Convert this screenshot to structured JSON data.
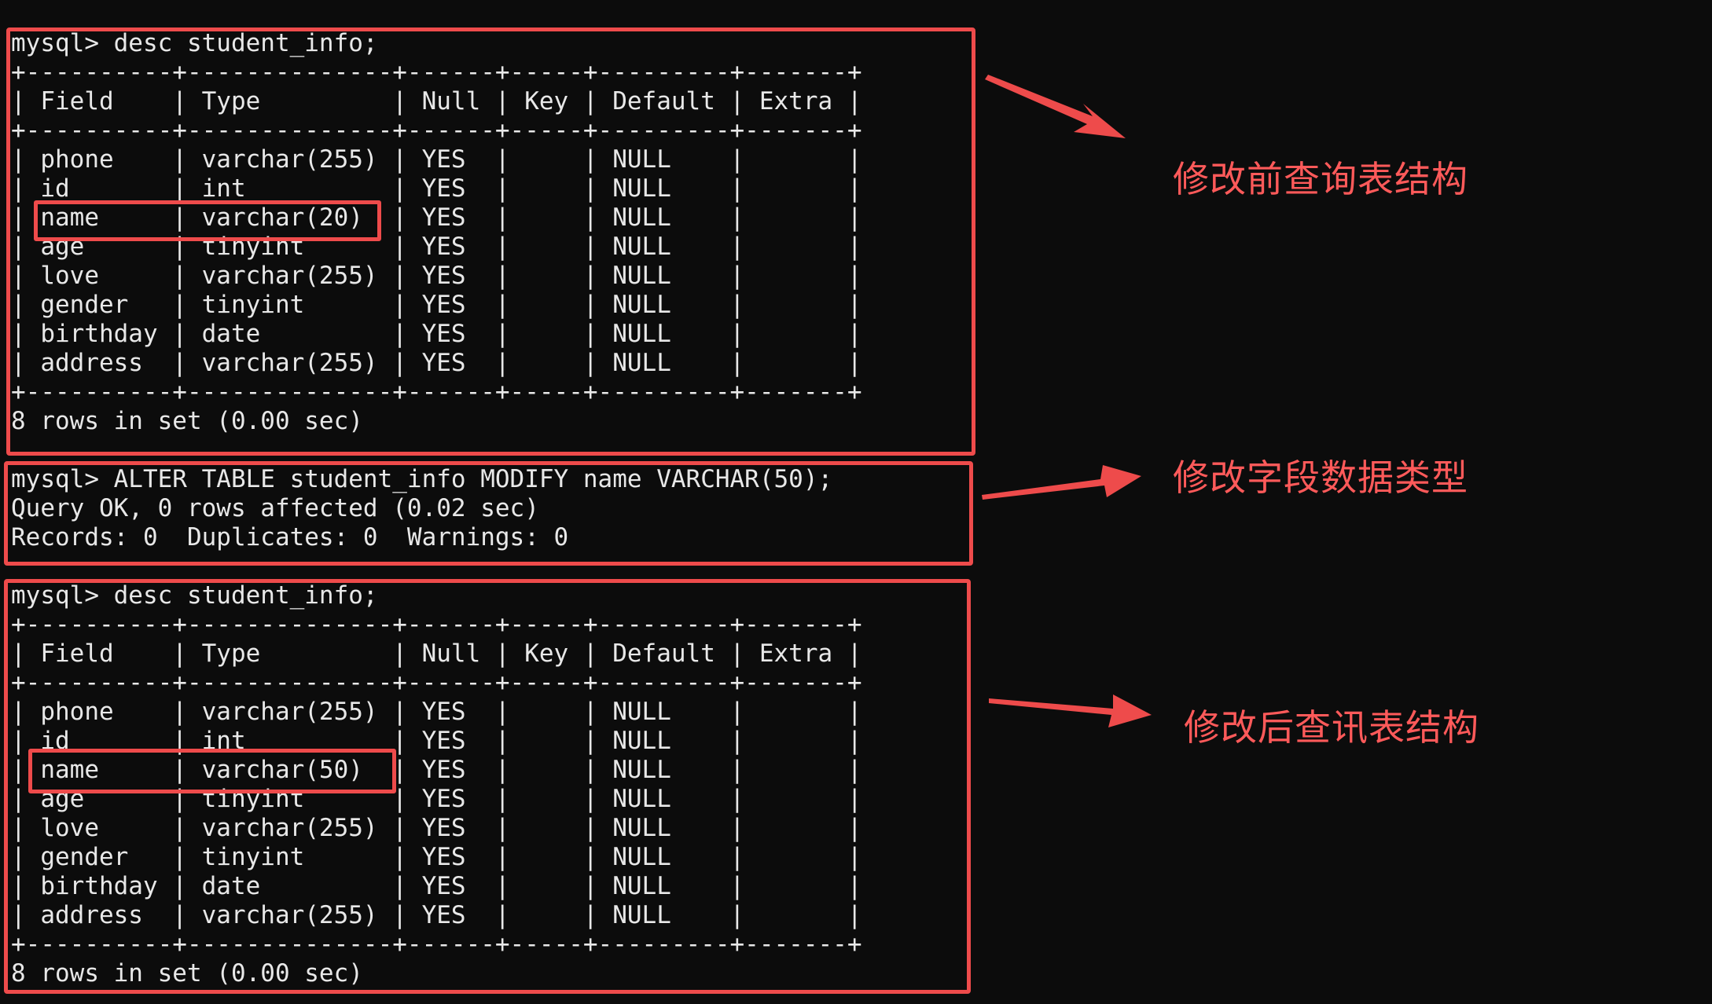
{
  "colors": {
    "background": "#0c0c0c",
    "terminal_text": "#e8e8e8",
    "annotation_red": "#ee4b4b"
  },
  "block1": {
    "prompt": "mysql> desc student_info;",
    "border": "+----------+--------------+------+-----+---------+-------+",
    "header": "| Field    | Type         | Null | Key | Default | Extra |",
    "rows": [
      "| phone    | varchar(255) | YES  |     | NULL    |       |",
      "| id       | int          | YES  |     | NULL    |       |",
      "| name     | varchar(20)  | YES  |     | NULL    |       |",
      "| age      | tinyint      | YES  |     | NULL    |       |",
      "| love     | varchar(255) | YES  |     | NULL    |       |",
      "| gender   | tinyint      | YES  |     | NULL    |       |",
      "| birthday | date         | YES  |     | NULL    |       |",
      "| address  | varchar(255) | YES  |     | NULL    |       |"
    ],
    "footer": "8 rows in set (0.00 sec)"
  },
  "block2": {
    "prompt": "mysql> ALTER TABLE student_info MODIFY name VARCHAR(50);",
    "result": "Query OK, 0 rows affected (0.02 sec)",
    "records": "Records: 0  Duplicates: 0  Warnings: 0"
  },
  "block3": {
    "prompt": "mysql> desc student_info;",
    "border": "+----------+--------------+------+-----+---------+-------+",
    "header": "| Field    | Type         | Null | Key | Default | Extra |",
    "rows": [
      "| phone    | varchar(255) | YES  |     | NULL    |       |",
      "| id       | int          | YES  |     | NULL    |       |",
      "| name     | varchar(50)  | YES  |     | NULL    |       |",
      "| age      | tinyint      | YES  |     | NULL    |       |",
      "| love     | varchar(255) | YES  |     | NULL    |       |",
      "| gender   | tinyint      | YES  |     | NULL    |       |",
      "| birthday | date         | YES  |     | NULL    |       |",
      "| address  | varchar(255) | YES  |     | NULL    |       |"
    ],
    "footer": "8 rows in set (0.00 sec)"
  },
  "annotations": {
    "before": "修改前查询表结构",
    "modify": "修改字段数据类型",
    "after": "修改后查讯表结构"
  },
  "icons": {
    "arrow": "arrow-right-icon"
  }
}
